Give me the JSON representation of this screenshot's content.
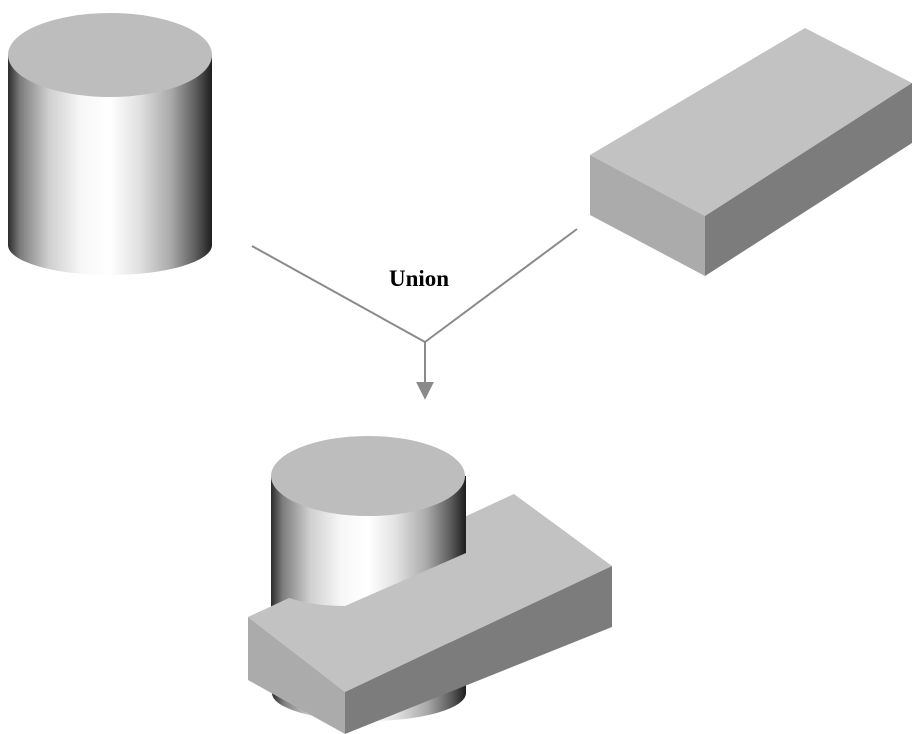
{
  "operation": {
    "label": "Union"
  },
  "colors": {
    "cap": "#bdbdbd",
    "box_top": "#c2c2c2",
    "box_front": "#ababab",
    "box_side": "#7c7c7c",
    "connector": "#8a8a8a",
    "label": "#000000"
  },
  "shapes": {
    "input_a": "cylinder",
    "input_b": "box",
    "result": "cylinder-union-box"
  }
}
